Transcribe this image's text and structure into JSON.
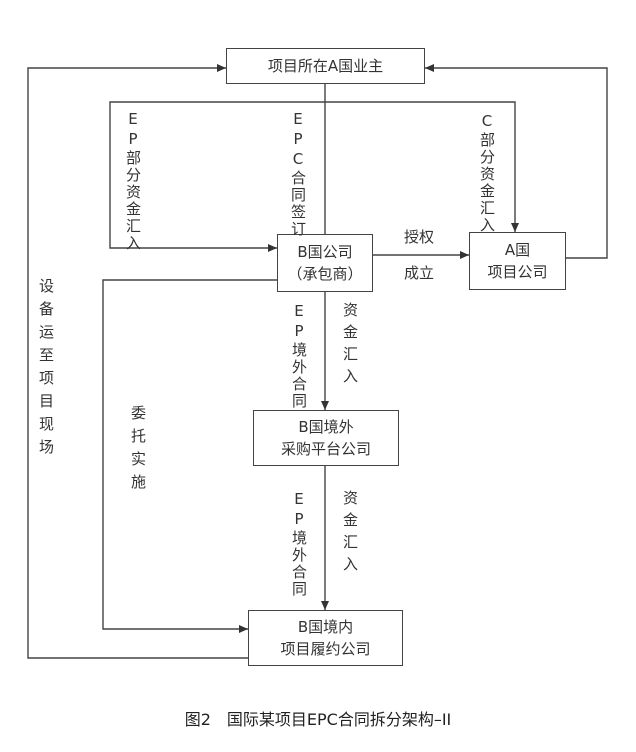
{
  "boxes": {
    "owner": "项目所在A国业主",
    "b_company_l1": "B国公司",
    "b_company_l2": "（承包商）",
    "a_company_l1": "A国",
    "a_company_l2": "项目公司",
    "offshore_l1": "B国境外",
    "offshore_l2": "采购平台公司",
    "domestic_l1": "B国境内",
    "domestic_l2": "项目履约公司"
  },
  "labels": {
    "ep_remit": "EP部分资金汇入",
    "epc_contract": "EPC合同签订",
    "c_remit": "C部分资金汇入",
    "authorize": "授权",
    "establish": "成立",
    "equipment": "设备运至项目现场",
    "entrust": "委托实施",
    "ep_offshore_1": "EP境外合同",
    "fund_in_1": "资金汇入",
    "ep_offshore_2": "EP境外合同",
    "fund_in_2": "资金汇入"
  },
  "caption": "图2　国际某项目EPC合同拆分架构–II"
}
